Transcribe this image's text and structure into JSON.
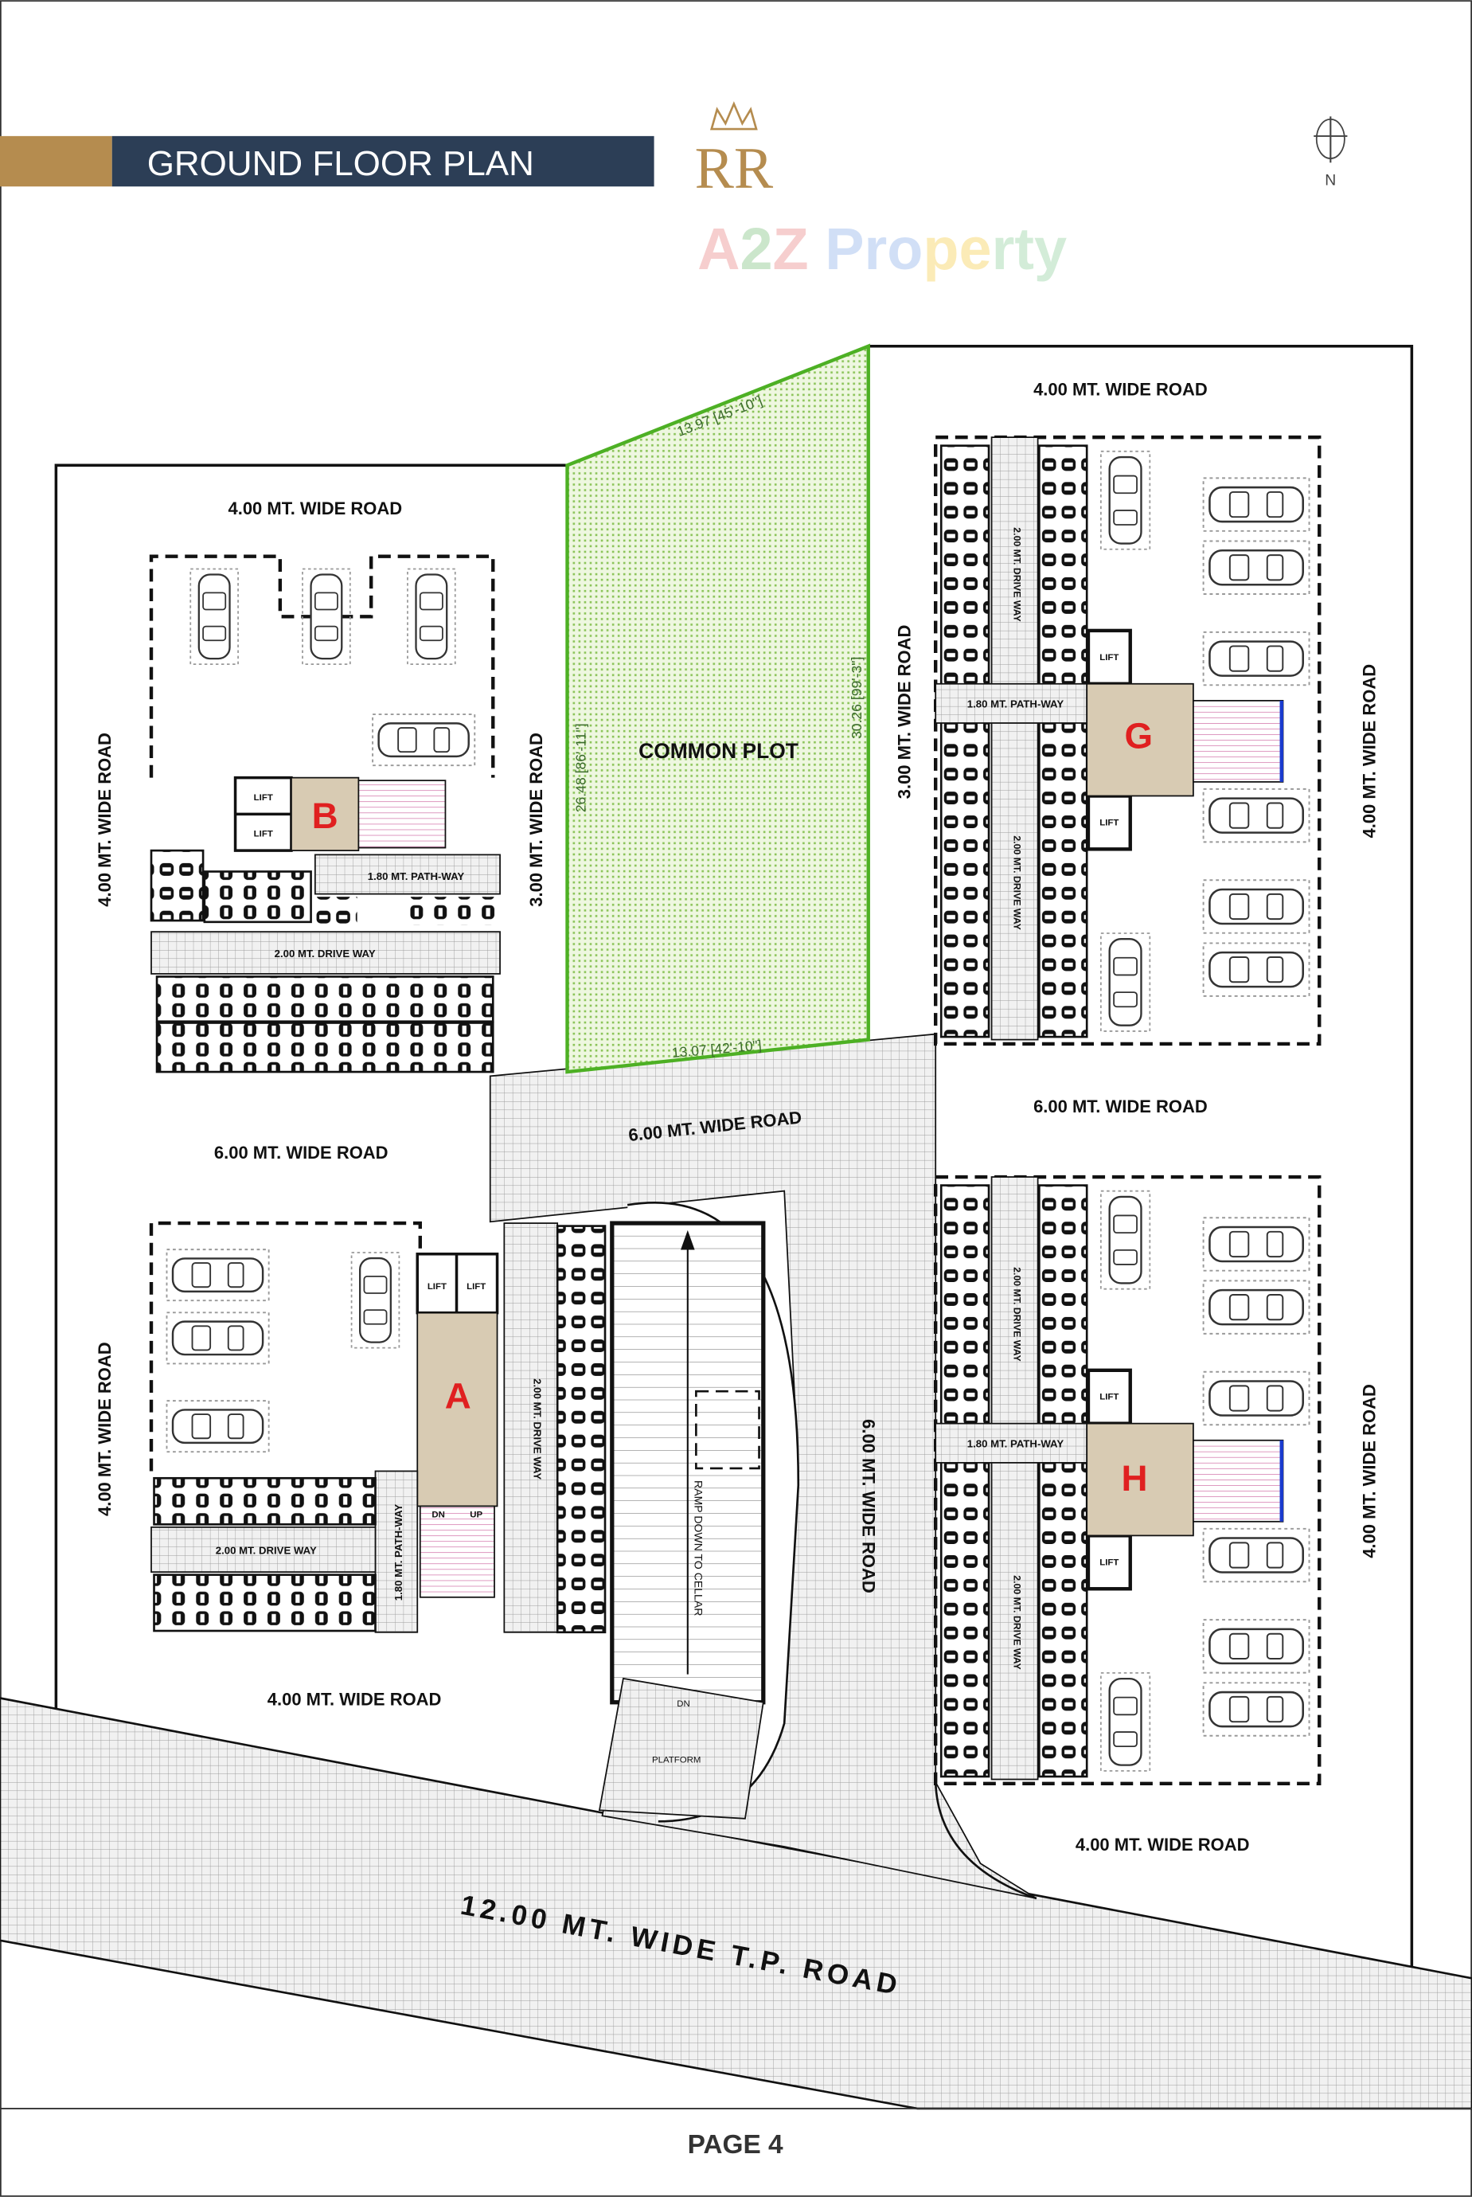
{
  "header": {
    "title": "GROUND FLOOR PLAN",
    "north_label": "N",
    "logo_text": "RR",
    "watermark": "A2Z Property"
  },
  "colors": {
    "title_bar": "#2c3e56",
    "accent_gold": "#b58c4f",
    "common_plot_green": "#4db024",
    "block_letter": "#e02020"
  },
  "roads": {
    "r4": "4.00 MT. WIDE ROAD",
    "r3": "3.00 MT. WIDE ROAD",
    "r6": "6.00 MT. WIDE ROAD",
    "tp": "12.00 MT. WIDE T.P. ROAD"
  },
  "common_plot": {
    "label": "COMMON PLOT",
    "dim_top": "13.97 [45'-10\"]",
    "dim_left": "26.48 [86'-11\"]",
    "dim_right": "30.26 [99'-3\"]",
    "dim_bottom": "13.07 [42'-10\"]"
  },
  "features": {
    "drive_way": "2.00 MT. DRIVE WAY",
    "path_way": "1.80 MT. PATH-WAY",
    "lift": "LIFT",
    "up": "UP",
    "dn": "DN",
    "ramp": "RAMP DOWN TO CELLAR",
    "platform": "PLATFORM"
  },
  "blocks": [
    "A",
    "B",
    "G",
    "H"
  ],
  "footer": {
    "page": "PAGE 4"
  }
}
